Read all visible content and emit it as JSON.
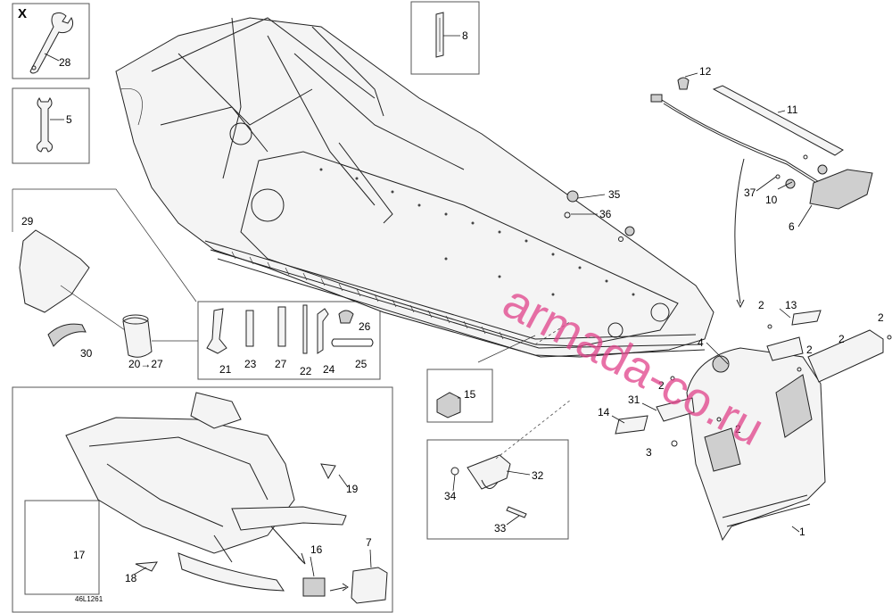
{
  "watermark": "armada-co.ru",
  "reference_code": "46L1261",
  "boxes": {
    "special_tool_mark": "X"
  },
  "callouts": {
    "c1": "1",
    "c2a": "2",
    "c2b": "2",
    "c2c": "2",
    "c2d": "2",
    "c2e": "2",
    "c2f": "2",
    "c3": "3",
    "c4": "4",
    "c5": "5",
    "c6": "6",
    "c7": "7",
    "c8": "8",
    "c10": "10",
    "c11": "11",
    "c12": "12",
    "c13": "13",
    "c14": "14",
    "c15": "15",
    "c16": "16",
    "c17": "17",
    "c18": "18",
    "c19": "19",
    "c20": "20→27",
    "c21": "21",
    "c22": "22",
    "c23": "23",
    "c24": "24",
    "c25": "25",
    "c26": "26",
    "c27": "27",
    "c28": "28",
    "c29": "29",
    "c30": "30",
    "c31": "31",
    "c32": "32",
    "c33": "33",
    "c34": "34",
    "c35": "35",
    "c36": "36",
    "c37": "37"
  }
}
